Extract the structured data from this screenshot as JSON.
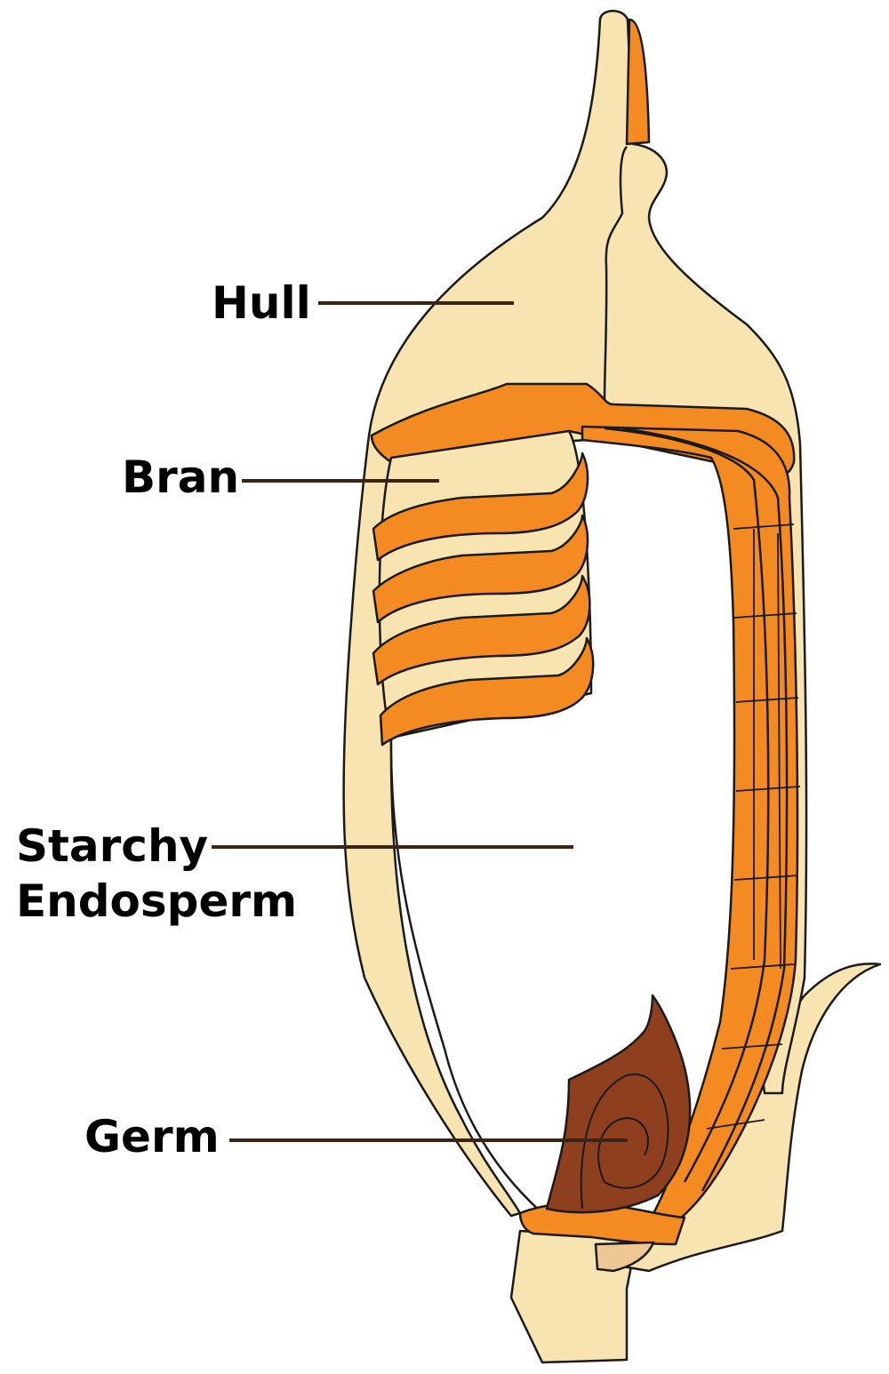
{
  "labels": {
    "hull": "Hull",
    "bran": "Bran",
    "starchy_line1": "Starchy",
    "starchy_line2": "Endosperm",
    "germ": "Germ"
  },
  "colors": {
    "hull": "#f8e4b0",
    "bran": "#f48a22",
    "endosperm": "#ffffff",
    "germ": "#8e3f1e",
    "outline": "#1a1a1a",
    "leader": "#3a2416"
  }
}
